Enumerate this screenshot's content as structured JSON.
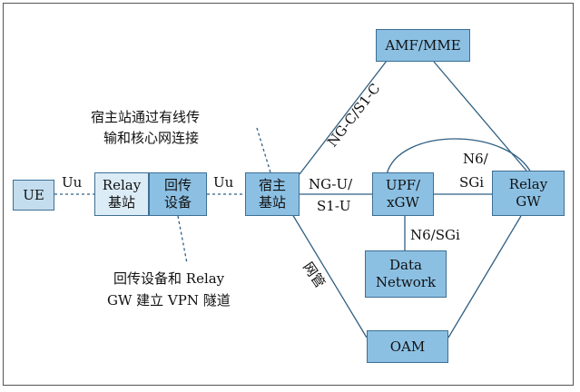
{
  "nodes": {
    "ue": "UE",
    "relay_bs": "Relay\n基站",
    "backhaul": "回传\n设备",
    "donor": "宿主\n基站",
    "amf": "AMF/MME",
    "upf": "UPF/\nxGW",
    "relay_gw": "Relay\nGW",
    "data_network": "Data\nNetwork",
    "oam": "OAM"
  },
  "links": {
    "uu_1": "Uu",
    "uu_2": "Uu",
    "ngc": "NG-C/S1-C",
    "ngu_1": "NG-U/",
    "ngu_2": "S1-U",
    "n6_top_1": "N6/",
    "n6_top_2": "SGi",
    "n6_bottom": "N6/SGi",
    "mgmt": "网管"
  },
  "notes": {
    "top_1": "宿主站通过有线传",
    "top_2": "输和核心网连接",
    "bottom_1": "回传设备和 Relay",
    "bottom_2": "GW 建立 VPN 隧道"
  },
  "colors": {
    "box_dark": "#8cc0e3",
    "box_light": "#c3ddee",
    "box_pale": "#dcecf6",
    "line": "#2f5f82"
  }
}
